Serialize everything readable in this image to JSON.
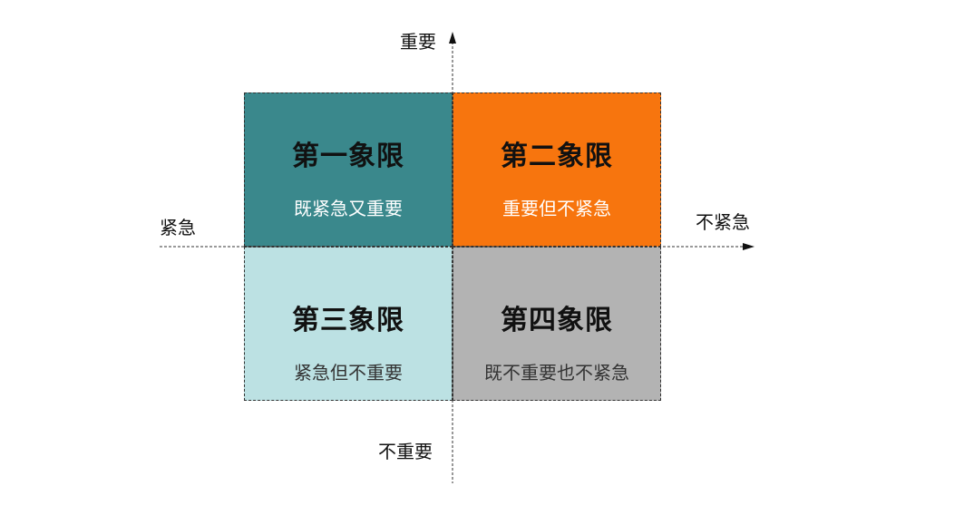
{
  "colors": {
    "q1_fill": "#3A888C",
    "q2_fill": "#F7750E",
    "q3_fill": "#BCE1E3",
    "q4_fill": "#B3B3B3",
    "axis": "#333333"
  },
  "axis_labels": {
    "top": "重要",
    "bottom": "不重要",
    "left": "紧急",
    "right": "不紧急"
  },
  "quadrants": [
    {
      "title": "第一象限",
      "subtitle": "既紧急又重要"
    },
    {
      "title": "第二象限",
      "subtitle": "重要但不紧急"
    },
    {
      "title": "第三象限",
      "subtitle": "紧急但不重要"
    },
    {
      "title": "第四象限",
      "subtitle": "既不重要也不紧急"
    }
  ]
}
